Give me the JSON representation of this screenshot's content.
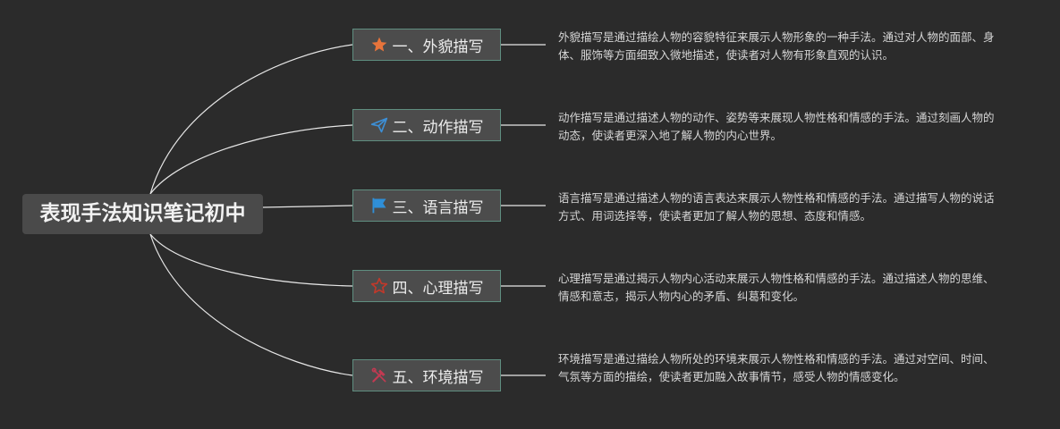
{
  "root": {
    "title": "表现手法知识笔记初中"
  },
  "branches": [
    {
      "label": "一、外貌描写",
      "icon": "star-filled-icon",
      "icon_color": "#e8743b",
      "description": "外貌描写是通过描绘人物的容貌特征来展示人物形象的一种手法。通过对人物的面部、身体、服饰等方面细致入微地描述，使读者对人物有形象直观的认识。"
    },
    {
      "label": "二、动作描写",
      "icon": "paper-plane-icon",
      "icon_color": "#3d8fd6",
      "description": "动作描写是通过描述人物的动作、姿势等来展现人物性格和情感的手法。通过刻画人物的动态，使读者更深入地了解人物的内心世界。"
    },
    {
      "label": "三、语言描写",
      "icon": "flag-icon",
      "icon_color": "#2f8fd8",
      "description": "语言描写是通过描述人物的语言表达来展示人物性格和情感的手法。通过描写人物的说话方式、用词选择等，使读者更加了解人物的思想、态度和情感。"
    },
    {
      "label": "四、心理描写",
      "icon": "star-outline-icon",
      "icon_color": "#c0392b",
      "description": "心理描写是通过揭示人物内心活动来展示人物性格和情感的手法。通过描述人物的思维、情感和意志，揭示人物内心的矛盾、纠葛和变化。"
    },
    {
      "label": "五、环境描写",
      "icon": "tools-icon",
      "icon_color": "#c23a52",
      "description": "环境描写是通过描绘人物所处的环境来展示人物性格和情感的手法。通过对空间、时间、气氛等方面的描绘，使读者更加融入故事情节，感受人物的情感变化。"
    }
  ],
  "colors": {
    "background": "#2b2b2b",
    "connector": "#e6e6e6",
    "node_border": "#5f8e80"
  }
}
